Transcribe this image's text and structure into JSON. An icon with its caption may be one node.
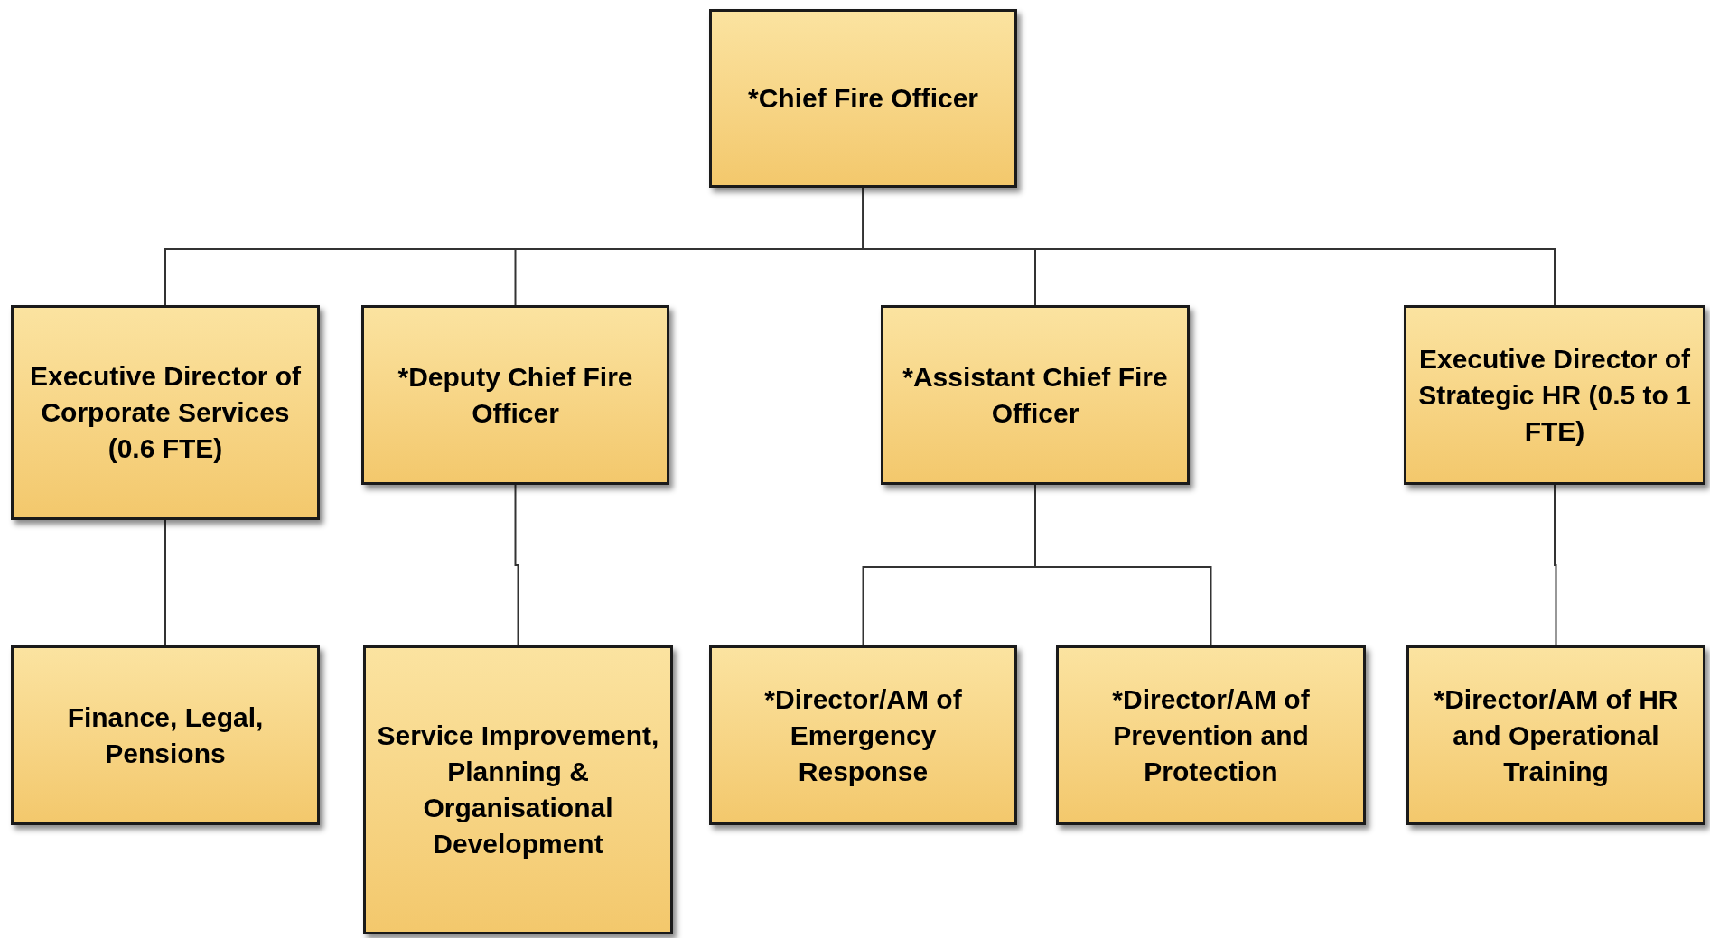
{
  "diagram": {
    "nodes": [
      {
        "text": [
          "*Chief Fire Officer"
        ]
      },
      {
        "text": [
          "Executive Director of Corporate Services (0.6 FTE)"
        ]
      },
      {
        "text": [
          "*Deputy Chief Fire Officer"
        ]
      },
      {
        "text": [
          "*Assistant Chief Fire Officer"
        ]
      },
      {
        "text": [
          "Executive Director of Strategic HR (0.5 to 1 FTE)"
        ]
      },
      {
        "text": [
          "Finance, Legal, Pensions"
        ]
      },
      {
        "text": [
          "Service Improvement, Planning & Organisational Development"
        ]
      },
      {
        "text": [
          "*Director/AM of Emergency Response"
        ]
      },
      {
        "text": [
          "*Director/AM of Prevention and Protection"
        ]
      },
      {
        "text": [
          "*Director/AM of HR and Operational Training"
        ]
      }
    ],
    "edges": [
      {
        "from": 0,
        "to": 1,
        "arrow": "none"
      },
      {
        "from": 0,
        "to": 2,
        "arrow": "none"
      },
      {
        "from": 0,
        "to": 3,
        "arrow": "none"
      },
      {
        "from": 0,
        "to": 4,
        "arrow": "none"
      },
      {
        "from": 1,
        "to": 5,
        "arrow": "none"
      },
      {
        "from": 2,
        "to": 6,
        "arrow": "none"
      },
      {
        "from": 3,
        "to": 7,
        "arrow": "none"
      },
      {
        "from": 3,
        "to": 8,
        "arrow": "none"
      },
      {
        "from": 4,
        "to": 9,
        "arrow": "none"
      }
    ]
  }
}
